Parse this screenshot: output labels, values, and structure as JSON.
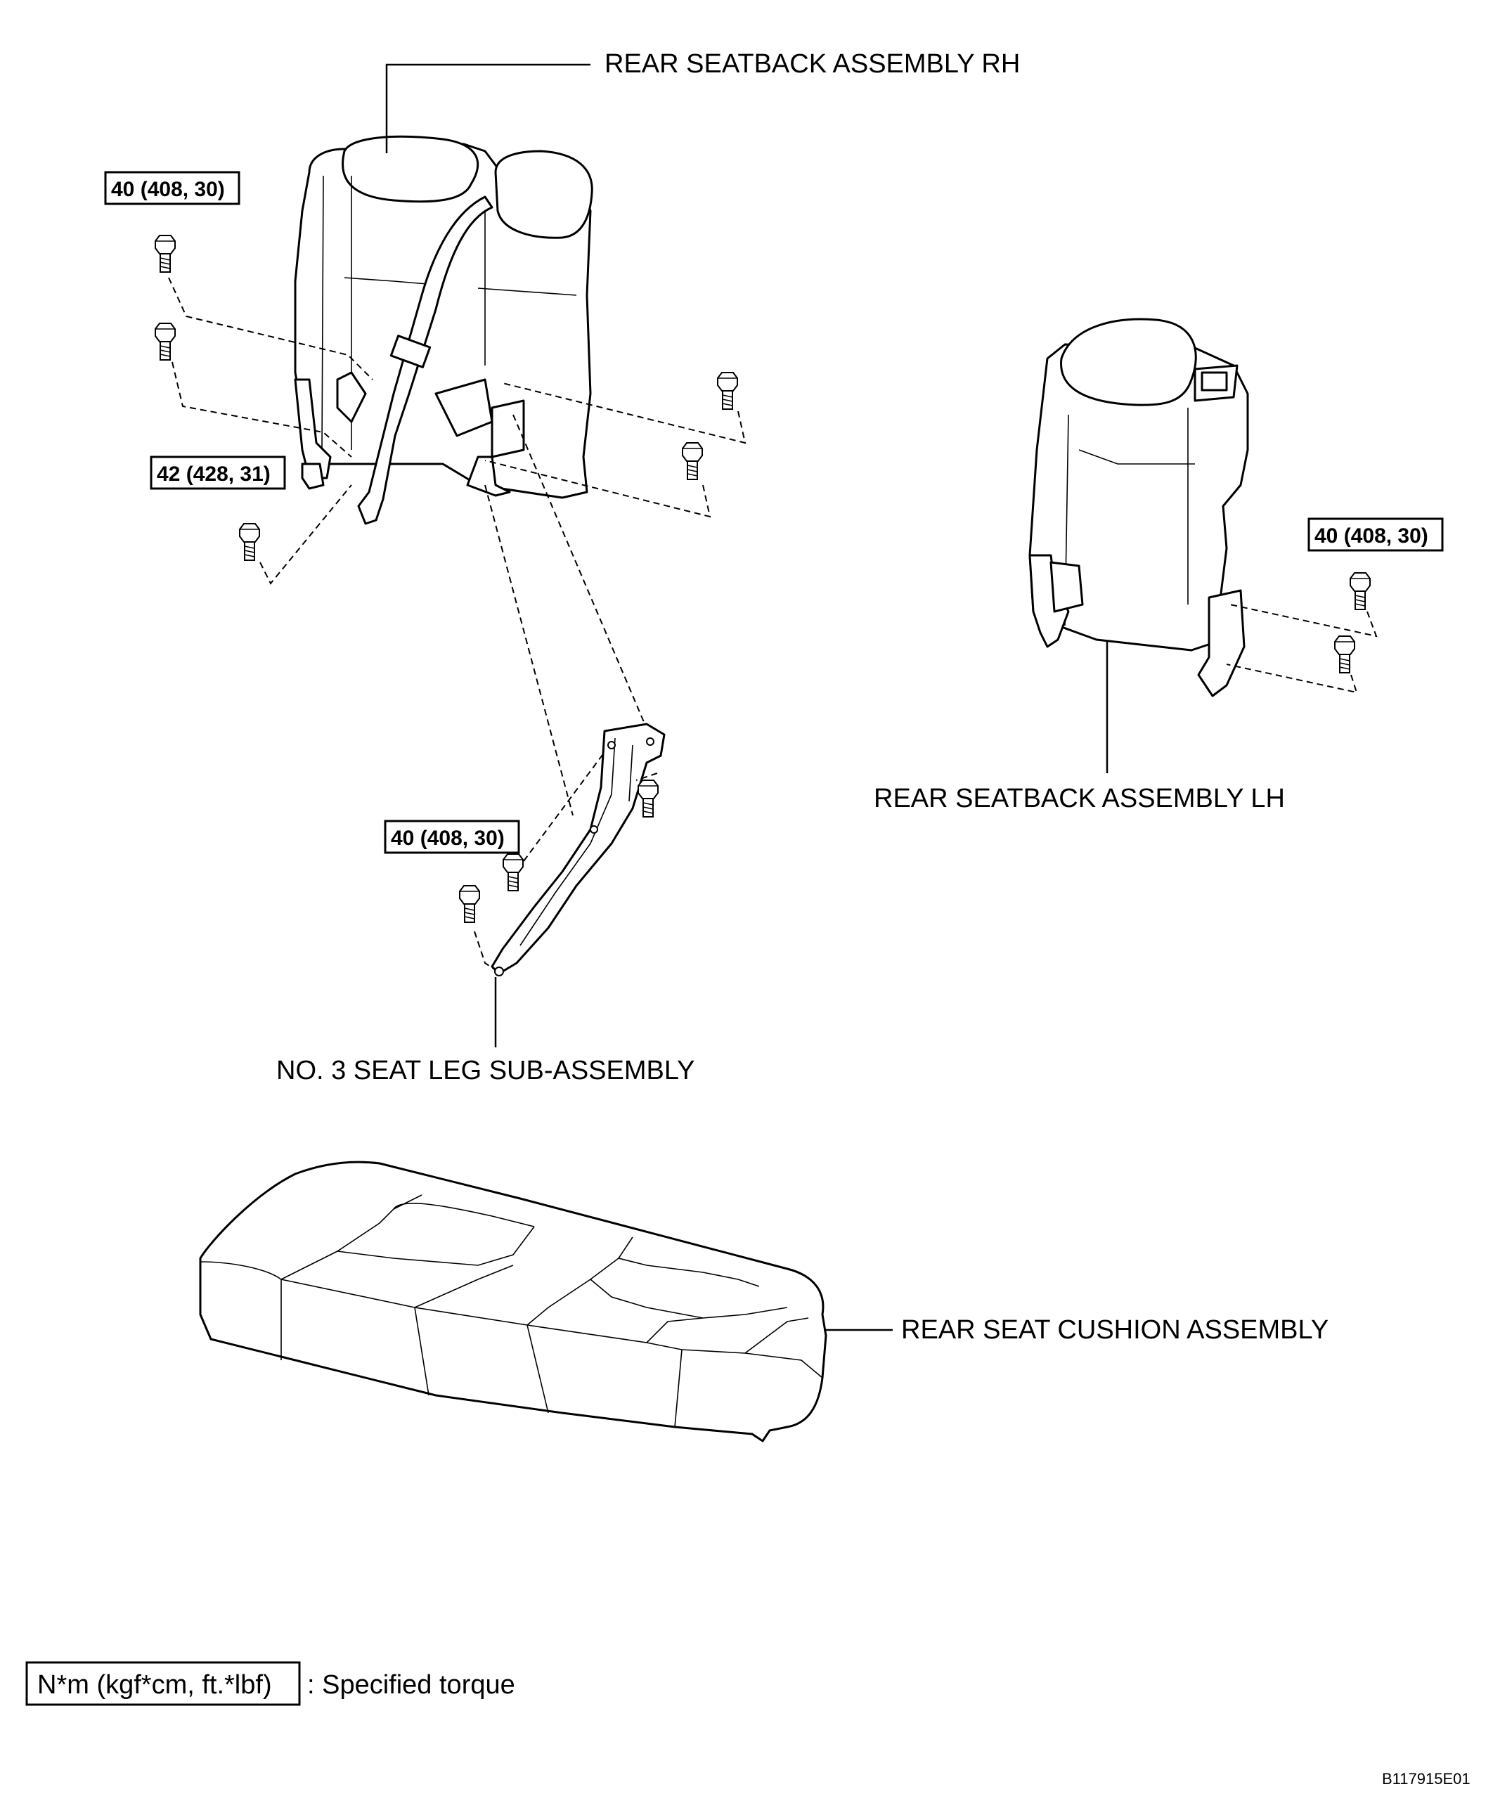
{
  "parts": {
    "rear_seatback_rh": "REAR SEATBACK ASSEMBLY RH",
    "rear_seatback_lh": "REAR SEATBACK ASSEMBLY LH",
    "seat_leg": "NO. 3 SEAT LEG SUB-ASSEMBLY",
    "rear_seat_cushion": "REAR SEAT CUSHION ASSEMBLY"
  },
  "torque_labels": {
    "rh_upper": "40 (408, 30)",
    "rh_lower": "42 (428, 31)",
    "leg": "40 (408, 30)",
    "lh": "40 (408, 30)"
  },
  "legend": {
    "unit": "N*m (kgf*cm, ft.*lbf)",
    "description": ": Specified torque"
  },
  "figure_code": "B117915E01"
}
